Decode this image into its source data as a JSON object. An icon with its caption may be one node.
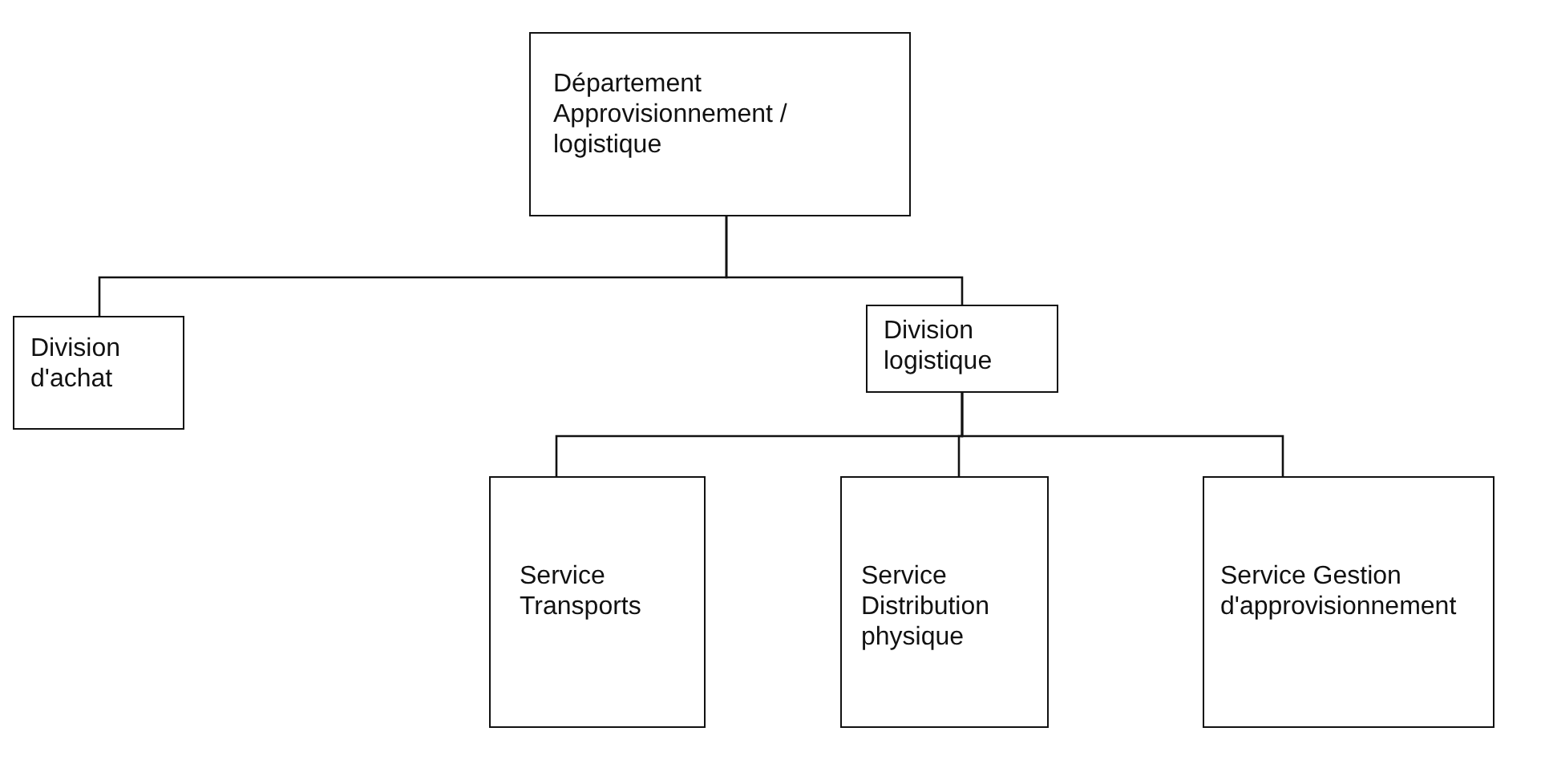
{
  "diagram": {
    "nodes": [
      {
        "text": [
          "Département Approvisionnement / logistique"
        ]
      },
      {
        "text": [
          "Division d'achat"
        ]
      },
      {
        "text": [
          "Division logistique"
        ]
      },
      {
        "text": [
          "Service Transports"
        ]
      },
      {
        "text": [
          "Service Distribution physique"
        ]
      },
      {
        "text": [
          "Service Gestion d'approvisionnement"
        ]
      }
    ],
    "edges": [
      {
        "from": 0,
        "to": 1,
        "arrow": "none"
      },
      {
        "from": 0,
        "to": 2,
        "arrow": "none"
      },
      {
        "from": 2,
        "to": 3,
        "arrow": "none"
      },
      {
        "from": 2,
        "to": 4,
        "arrow": "none"
      },
      {
        "from": 2,
        "to": 5,
        "arrow": "none"
      }
    ]
  }
}
